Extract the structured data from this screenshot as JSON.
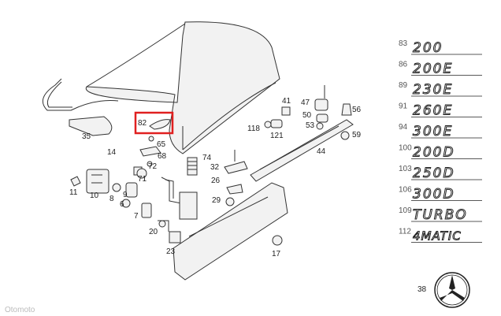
{
  "diagram": {
    "part_labels": {
      "p82": "82",
      "p65": "65",
      "p68": "68",
      "p72": "72",
      "p71": "71",
      "p35": "35",
      "p14": "14",
      "p11": "11",
      "p10": "10",
      "p8": "8",
      "p9": "9",
      "p6": "6",
      "p7": "7",
      "p20": "20",
      "p23": "23",
      "p74": "74",
      "p32": "32",
      "p26": "26",
      "p29": "29",
      "p17": "17",
      "p41": "41",
      "p118": "118",
      "p121": "121",
      "p47": "47",
      "p50": "50",
      "p53": "53",
      "p56": "56",
      "p59": "59",
      "p44": "44",
      "p38": "38"
    },
    "badges": [
      {
        "num": "83",
        "text": "200"
      },
      {
        "num": "86",
        "text": "200E"
      },
      {
        "num": "89",
        "text": "230E"
      },
      {
        "num": "91",
        "text": "260E"
      },
      {
        "num": "94",
        "text": "300E"
      },
      {
        "num": "100",
        "text": "200D"
      },
      {
        "num": "103",
        "text": "250D"
      },
      {
        "num": "106",
        "text": "300D"
      },
      {
        "num": "109",
        "text": "TURBO"
      },
      {
        "num": "112",
        "text": "4MATIC"
      }
    ],
    "highlight_color": "#e02020",
    "watermark": "Otomoto"
  }
}
